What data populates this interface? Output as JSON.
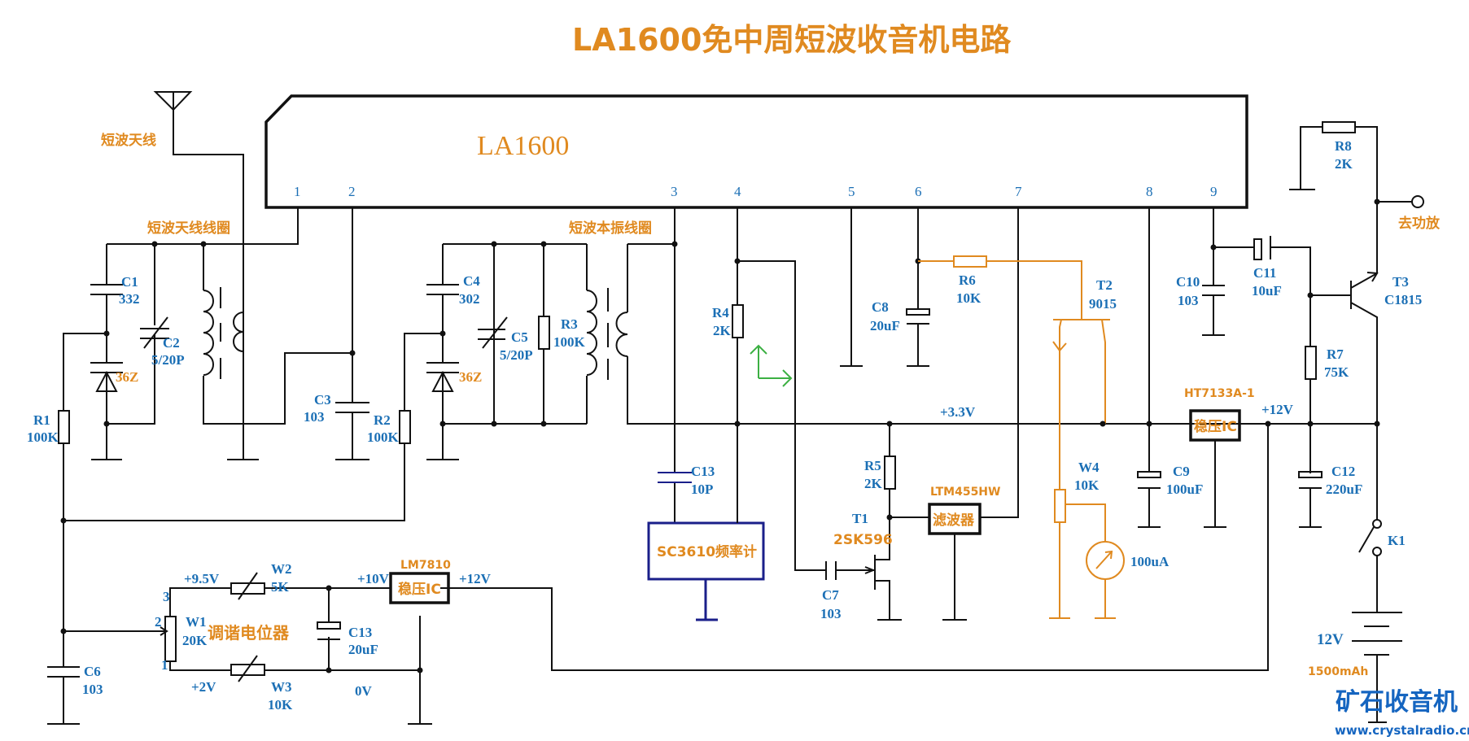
{
  "title": "LA1600免中周短波收音机电路",
  "ic_main": {
    "name": "LA1600",
    "pins": [
      "1",
      "2",
      "3",
      "4",
      "5",
      "6",
      "7",
      "8",
      "9"
    ]
  },
  "labels": {
    "antenna": "短波天线",
    "antenna_coil": "短波天线线圈",
    "osc_coil": "短波本振线圈",
    "tuning_pot": "调谐电位器",
    "to_amp": "去功放",
    "rail_33": "+3.3V",
    "rail_12_right": "+12V",
    "v95": "+9.5V",
    "v2": "+2V",
    "v10": "+10V",
    "v12_reg": "+12V",
    "v0": "0V",
    "pot_pin3": "3",
    "pot_pin2": "2",
    "pot_pin1": "1",
    "battery_v": "12V",
    "battery_cap": "1500mAh"
  },
  "components": {
    "C1": {
      "ref": "C1",
      "value": "332"
    },
    "C2": {
      "ref": "C2",
      "value": "5/20P"
    },
    "D1": {
      "value": "36Z"
    },
    "R1": {
      "ref": "R1",
      "value": "100K"
    },
    "C3": {
      "ref": "C3",
      "value": "103"
    },
    "R2": {
      "ref": "R2",
      "value": "100K"
    },
    "C4": {
      "ref": "C4",
      "value": "302"
    },
    "D2": {
      "value": "36Z"
    },
    "C5": {
      "ref": "C5",
      "value": "5/20P"
    },
    "R3": {
      "ref": "R3",
      "value": "100K"
    },
    "R4": {
      "ref": "R4",
      "value": "2K"
    },
    "C13a": {
      "ref": "C13",
      "value": "10P"
    },
    "C8": {
      "ref": "C8",
      "value": "20uF"
    },
    "R6": {
      "ref": "R6",
      "value": "10K"
    },
    "T2": {
      "ref": "T2",
      "value": "9015"
    },
    "C10": {
      "ref": "C10",
      "value": "103"
    },
    "C11": {
      "ref": "C11",
      "value": "10uF"
    },
    "T3": {
      "ref": "T3",
      "value": "C1815"
    },
    "R8": {
      "ref": "R8",
      "value": "2K"
    },
    "R7": {
      "ref": "R7",
      "value": "75K"
    },
    "C9": {
      "ref": "C9",
      "value": "100uF"
    },
    "C12": {
      "ref": "C12",
      "value": "220uF"
    },
    "HT": {
      "ref": "HT7133A-1",
      "value": "稳压IC"
    },
    "R5": {
      "ref": "R5",
      "value": "2K"
    },
    "T1": {
      "ref": "T1",
      "value": "2SK596"
    },
    "C7": {
      "ref": "C7",
      "value": "103"
    },
    "LTM": {
      "ref": "LTM455HW",
      "value": "滤波器"
    },
    "SC": {
      "value": "SC3610频率计"
    },
    "W4": {
      "ref": "W4",
      "value": "10K"
    },
    "meter": {
      "value": "100uA"
    },
    "K1": {
      "ref": "K1"
    },
    "C6": {
      "ref": "C6",
      "value": "103"
    },
    "W1": {
      "ref": "W1",
      "value": "20K"
    },
    "W2": {
      "ref": "W2",
      "value": "5K"
    },
    "W3": {
      "ref": "W3",
      "value": "10K"
    },
    "C13b": {
      "ref": "C13",
      "value": "20uF"
    },
    "LM": {
      "ref": "LM7810",
      "value": "稳压IC"
    }
  },
  "watermark": {
    "name": "矿石收音机",
    "url": "www.crystalradio.cn"
  },
  "colors": {
    "wire": "#111111",
    "label_blue": "#1b6fb5",
    "label_orange": "#e08a20",
    "module_navy": "#1a1f8a",
    "axis_green": "#3cb043"
  }
}
